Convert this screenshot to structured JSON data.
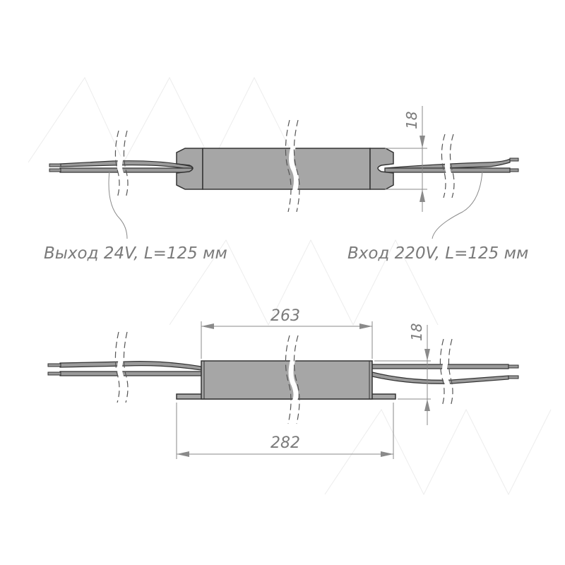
{
  "top_view": {
    "output_label": "Выход 24V, L=125 мм",
    "input_label": "Вход 220V, L=125 мм",
    "height_dim": "18"
  },
  "bottom_view": {
    "body_length_dim": "263",
    "total_length_dim": "282",
    "height_dim": "18"
  },
  "colors": {
    "body": "#a6a6a6",
    "dimension": "#8a8a8a",
    "text": "#7a7a7a"
  }
}
